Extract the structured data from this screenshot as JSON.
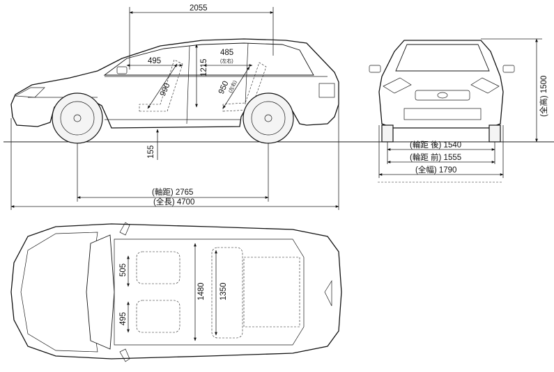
{
  "side_view": {
    "overall_height_to_roof": "2055",
    "front_legroom": "495",
    "rear_legroom": "485",
    "rear_legroom_note": "(左右)",
    "headroom_interior": "1215",
    "front_seat_height": "990",
    "rear_seat_height": "950",
    "rear_seat_height_note": "(左右)",
    "ground_clearance": "155",
    "wheelbase": "(軸距) 2765",
    "overall_length": "(全長) 4700"
  },
  "front_view": {
    "overall_height": "(全高) 1500",
    "rear_track": "(輪距 後) 1540",
    "front_track": "(輪距 前) 1555",
    "overall_width": "(全幅) 1790"
  },
  "top_view": {
    "front_seat_width_upper": "505",
    "front_seat_width_lower": "495",
    "shoulder_width_front": "1480",
    "shoulder_width_rear": "1350"
  }
}
